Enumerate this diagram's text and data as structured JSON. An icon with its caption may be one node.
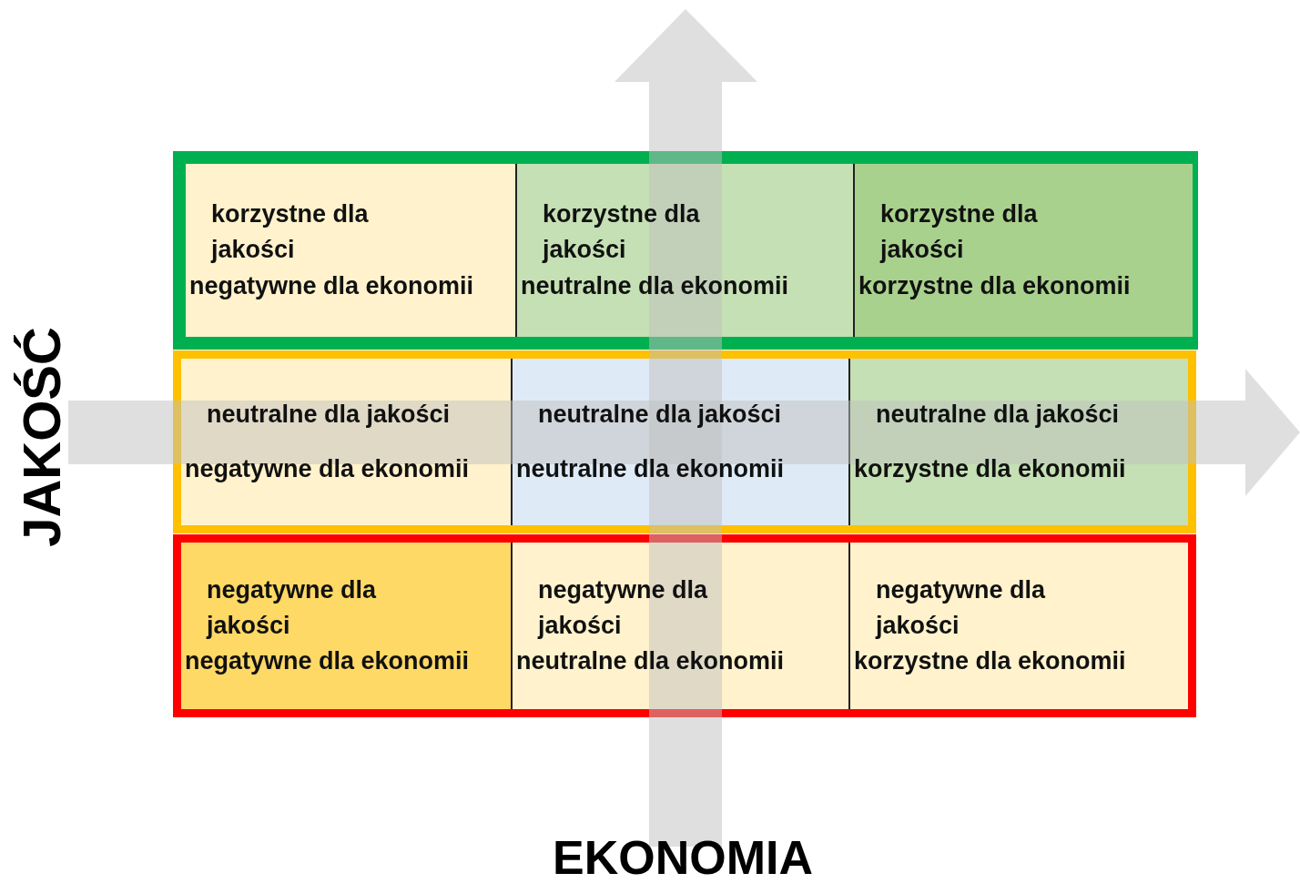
{
  "diagram": {
    "nodes": [
      {
        "text": [],
        "shape": "box"
      },
      {
        "text": [
          "korzystne dla jakości",
          "negatywne dla ekonomii"
        ],
        "in": 0
      },
      {
        "text": [
          "korzystne dla jakości",
          "neutralne dla ekonomii"
        ],
        "in": 0
      },
      {
        "text": [
          "korzystne dla jakości",
          "korzystne dla ekonomii"
        ],
        "in": 0
      },
      {
        "text": [],
        "shape": "box"
      },
      {
        "text": [
          "neutralne dla jakości",
          "negatywne dla ekonomii"
        ],
        "in": 4
      },
      {
        "text": [
          "neutralne dla jakości",
          "neutralne dla ekonomii"
        ],
        "in": 4
      },
      {
        "text": [
          "neutralne dla jakości",
          "korzystne dla ekonomii"
        ],
        "in": 4
      },
      {
        "text": [],
        "shape": "box"
      },
      {
        "text": [
          "negatywne dla jakości",
          "negatywne dla ekonomii"
        ],
        "in": 8
      },
      {
        "text": [
          "negatywne dla jakości",
          "neutralne dla ekonomii"
        ],
        "in": 8
      },
      {
        "text": [
          "negatywne dla jakości",
          "korzystne dla ekonomii"
        ],
        "in": 8
      }
    ],
    "labels": [
      "JAKOŚĆ",
      "EKONOMIA"
    ]
  }
}
